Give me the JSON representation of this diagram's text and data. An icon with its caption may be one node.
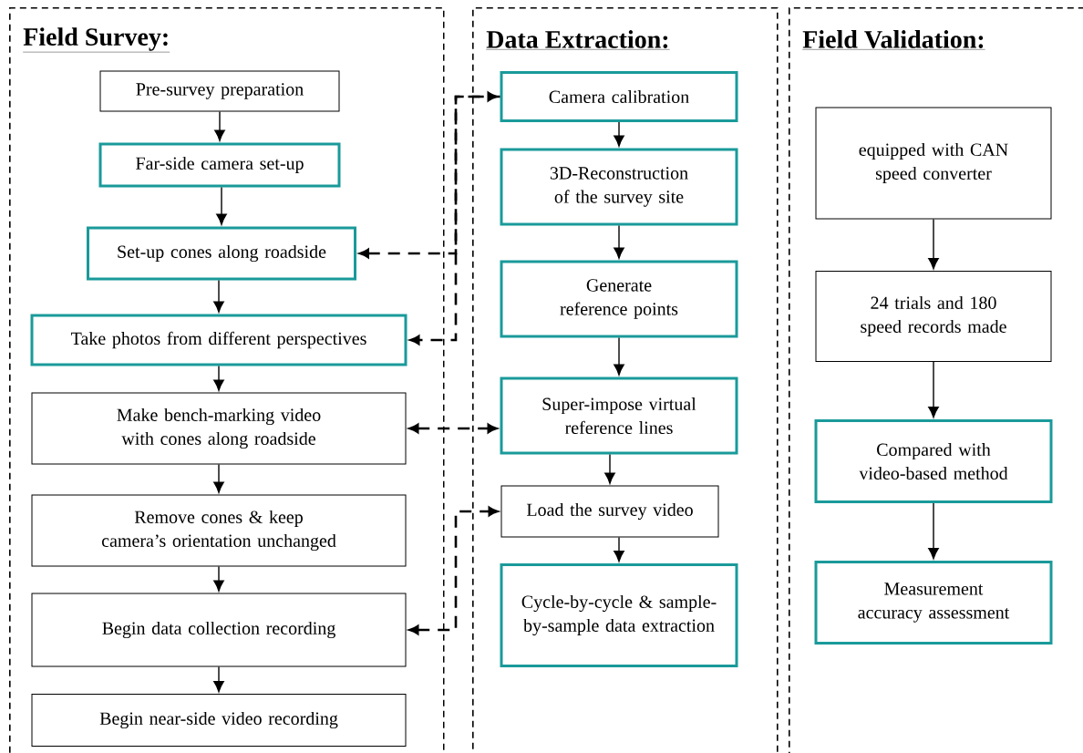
{
  "diagram": {
    "nodes": [
      {
        "text": [
          "Field Survey:"
        ]
      },
      {
        "text": [
          "Pre-survey preparation"
        ],
        "in": 0
      },
      {
        "text": [
          "Far-side camera set-up"
        ],
        "in": 0
      },
      {
        "text": [
          "Set-up cones along roadside"
        ],
        "in": 0
      },
      {
        "text": [
          "Take photos from different perspectives"
        ],
        "in": 0
      },
      {
        "text": [
          "Make bench-marking video with cones along roadside"
        ],
        "in": 0
      },
      {
        "text": [
          "Remove cones & keep camera’s orientation unchanged"
        ],
        "in": 0
      },
      {
        "text": [
          "Begin data collection recording"
        ],
        "in": 0
      },
      {
        "text": [
          "Begin near-side video recording"
        ],
        "in": 0
      },
      {
        "text": [
          "Data Extraction:"
        ]
      },
      {
        "text": [
          "Camera calibration"
        ],
        "in": 9
      },
      {
        "text": [
          "3D-Reconstruction of the survey site"
        ],
        "in": 9
      },
      {
        "text": [
          "Generate reference points"
        ],
        "in": 9
      },
      {
        "text": [
          "Super-impose virtual reference lines"
        ],
        "in": 9
      },
      {
        "text": [
          "Load the survey video"
        ],
        "in": 9
      },
      {
        "text": [
          "Cycle-by-cycle & sample-by-sample data extraction"
        ],
        "in": 9
      },
      {
        "text": [
          "Field Validation:"
        ]
      },
      {
        "text": [
          "equipped with CAN speed converter"
        ],
        "in": 16
      },
      {
        "text": [
          "24 trials and 180 speed records made"
        ],
        "in": 16
      },
      {
        "text": [
          "Compared with video-based method"
        ],
        "in": 16
      },
      {
        "text": [
          "Measurement accuracy assessment"
        ],
        "in": 16
      }
    ],
    "edges": [
      {
        "from": 1,
        "to": 2,
        "arrow": "to"
      },
      {
        "from": 2,
        "to": 3,
        "arrow": "to"
      },
      {
        "from": 3,
        "to": 4,
        "arrow": "to"
      },
      {
        "from": 4,
        "to": 5,
        "arrow": "to"
      },
      {
        "from": 5,
        "to": 6,
        "arrow": "to"
      },
      {
        "from": 6,
        "to": 7,
        "arrow": "to"
      },
      {
        "from": 7,
        "to": 8,
        "arrow": "to"
      },
      {
        "from": 10,
        "to": 11,
        "arrow": "to"
      },
      {
        "from": 11,
        "to": 12,
        "arrow": "to"
      },
      {
        "from": 12,
        "to": 13,
        "arrow": "to"
      },
      {
        "from": 13,
        "to": 14,
        "arrow": "to"
      },
      {
        "from": 14,
        "to": 15,
        "arrow": "to"
      },
      {
        "from": 17,
        "to": 18,
        "arrow": "to"
      },
      {
        "from": 18,
        "to": 19,
        "arrow": "to"
      },
      {
        "from": 19,
        "to": 20,
        "arrow": "to"
      },
      {
        "from": 3,
        "to": 10,
        "arrow": "both",
        "style": "dashed"
      },
      {
        "from": 10,
        "to": 4,
        "arrow": "to",
        "style": "dashed"
      },
      {
        "from": 5,
        "to": 13,
        "arrow": "both",
        "style": "dashed"
      },
      {
        "from": 7,
        "to": 14,
        "arrow": "both",
        "style": "dashed"
      }
    ]
  }
}
